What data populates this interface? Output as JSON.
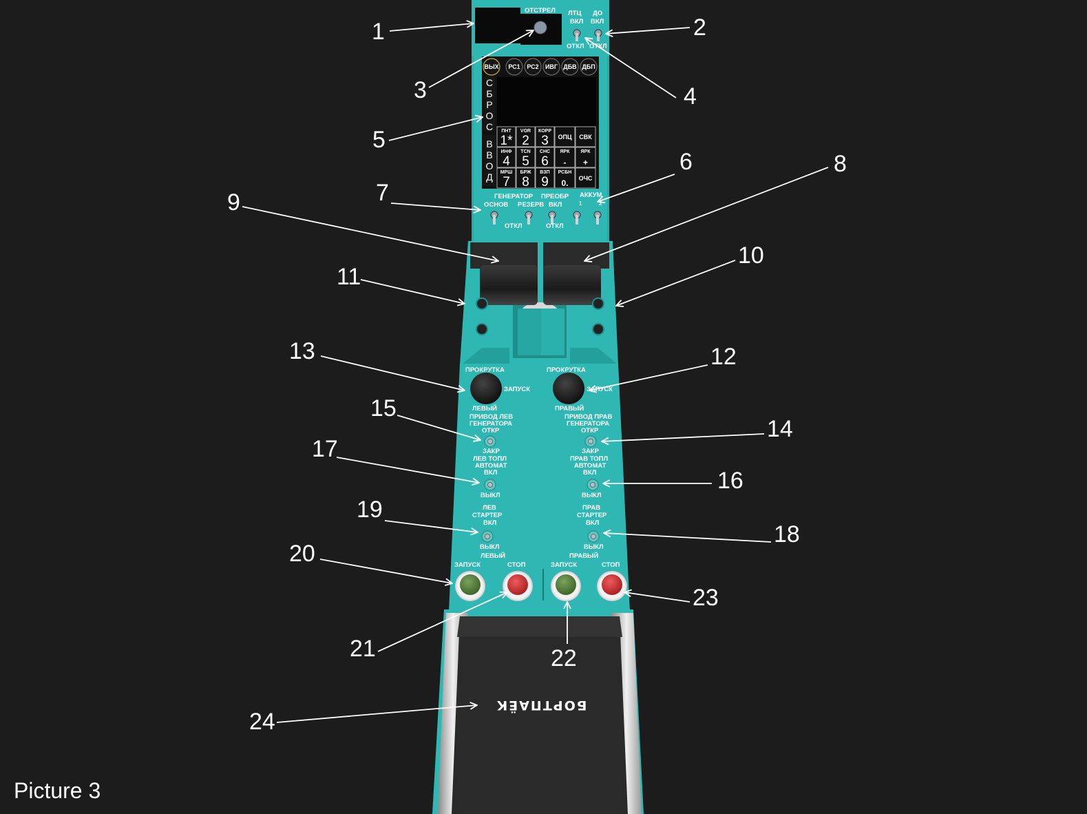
{
  "caption": "Picture 3",
  "callout_numbers": [
    "1",
    "2",
    "3",
    "4",
    "5",
    "6",
    "7",
    "8",
    "9",
    "10",
    "11",
    "12",
    "13",
    "14",
    "15",
    "16",
    "17",
    "18",
    "19",
    "20",
    "21",
    "22",
    "23",
    "24"
  ],
  "top_panel": {
    "release_label": "ОТСТРЕЛ",
    "switch1_top": "ЛТЦ",
    "switch1_on": "ВКЛ",
    "switch2_top": "ДО",
    "switch2_on": "ВКЛ",
    "switch1_off": "ОТКЛ",
    "switch2_off": "ОТКЛ"
  },
  "mfd": {
    "buttons": [
      "ВЫХ",
      "РС1",
      "РС2",
      "ИВГ",
      "ДБВ",
      "ДБП"
    ],
    "reset_letters": [
      "С",
      "Б",
      "Р",
      "О",
      "С"
    ],
    "enter_letters": [
      "В",
      "В",
      "О",
      "Д"
    ],
    "keys": [
      {
        "sub": "ПНТ",
        "main": "1*"
      },
      {
        "sub": "VOR",
        "main": "2"
      },
      {
        "sub": "КОРР",
        "main": "3"
      },
      {
        "sub": "",
        "main": "ОПЦ"
      },
      {
        "sub": "",
        "main": "СВК"
      },
      {
        "sub": "ИНФ",
        "main": "4"
      },
      {
        "sub": "TCN",
        "main": "5"
      },
      {
        "sub": "СНС",
        "main": "6"
      },
      {
        "sub": "ЯРК",
        "main": "-"
      },
      {
        "sub": "ЯРК",
        "main": "+"
      },
      {
        "sub": "МРШ",
        "main": "7"
      },
      {
        "sub": "БРЖ",
        "main": "8"
      },
      {
        "sub": "ВЗП",
        "main": "9"
      },
      {
        "sub": "РСБН",
        "main": "0."
      },
      {
        "sub": "",
        "main": "ОЧС"
      }
    ]
  },
  "power_panel": {
    "generator": "ГЕНЕРАТОР",
    "main": "ОСНОВ",
    "reserve": "РЕЗЕРВ",
    "converter": "ПРЕОБР",
    "converter_on": "ВКЛ",
    "battery": "АККУМ",
    "battery_1": "1",
    "battery_2": "2",
    "off_left": "ОТКЛ",
    "off_right": "ОТКЛ"
  },
  "engine_panel": {
    "crank": "ПРОКРУТКА",
    "start": "ЗАПУСК",
    "left": "ЛЕВЫЙ",
    "right": "ПРАВЫЙ",
    "left_gen_1": "ПРИВОД ЛЕВ",
    "left_gen_2": "ГЕНЕРАТОРА",
    "right_gen_1": "ПРИВОД ПРАВ",
    "right_gen_2": "ГЕНЕРАТОРА",
    "open": "ОТКР",
    "close": "ЗАКР",
    "left_fuel_1": "ЛЕВ ТОПЛ",
    "right_fuel_1": "ПРАВ ТОПЛ",
    "fuel_2": "АВТОМАТ",
    "on": "ВКЛ",
    "off": "ВЫКЛ",
    "left_starter_1": "ЛЕВ",
    "right_starter_1": "ПРАВ",
    "starter_2": "СТАРТЕР",
    "stop": "СТОП"
  },
  "placard": "БОРТПАЁК",
  "colors": {
    "background": "#1c1c1c",
    "panel": "#2fb8b3",
    "panel_dark": "#1f8e8b",
    "screen": "#0a0a0a",
    "green_button": "#4f7a39",
    "red_button": "#cc2f30"
  }
}
